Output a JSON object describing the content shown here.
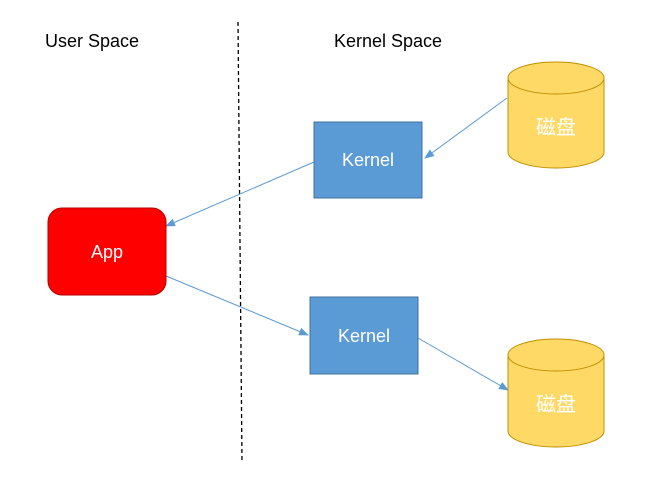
{
  "regions": {
    "user_space": "User Space",
    "kernel_space": "Kernel Space"
  },
  "nodes": {
    "app": "App",
    "kernel_top": "Kernel",
    "kernel_bottom": "Kernel",
    "disk_top": "磁盘",
    "disk_bottom": "磁盘"
  },
  "colors": {
    "app_fill": "#ff0000",
    "app_stroke": "#b30000",
    "kernel_fill": "#5b9bd5",
    "kernel_stroke": "#41719c",
    "disk_fill": "#ffd966",
    "disk_stroke": "#bf9000",
    "arrow": "#5b9bd5",
    "divider": "#000000"
  }
}
